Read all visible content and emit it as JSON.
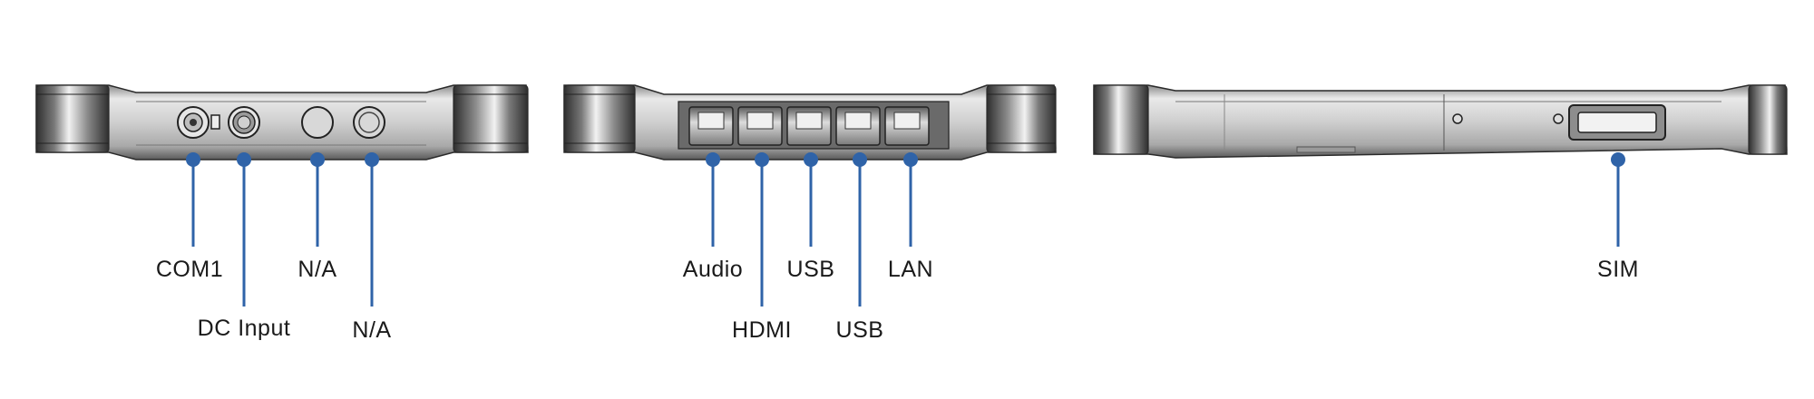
{
  "views": [
    {
      "name": "left-side-view",
      "ports": [
        {
          "label": "COM1"
        },
        {
          "label": "DC Input"
        },
        {
          "label": "N/A"
        },
        {
          "label": "N/A"
        }
      ]
    },
    {
      "name": "bottom-view",
      "ports": [
        {
          "label": "Audio"
        },
        {
          "label": "HDMI"
        },
        {
          "label": "USB"
        },
        {
          "label": "USB"
        },
        {
          "label": "LAN"
        }
      ]
    },
    {
      "name": "right-side-view",
      "ports": [
        {
          "label": "SIM"
        }
      ]
    }
  ],
  "colors": {
    "callout": "#2f63a8",
    "body_dark": "#3a3a3a",
    "body_light": "#d8d8d8",
    "text": "#1a1a1a"
  }
}
